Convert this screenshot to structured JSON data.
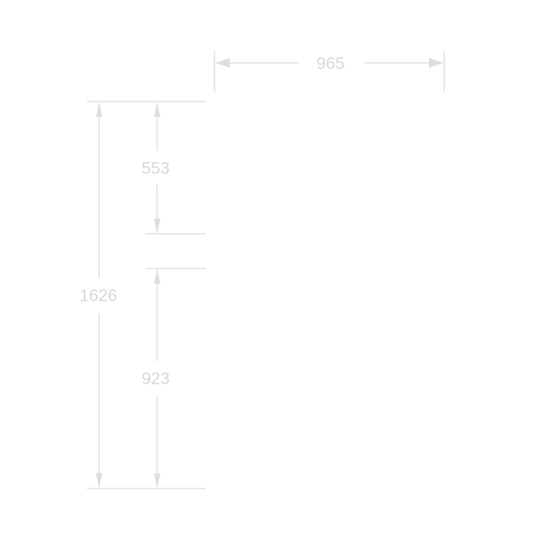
{
  "dimensions": {
    "width": "965",
    "total_height": "1626",
    "upper_height": "553",
    "lower_height": "923"
  },
  "colors": {
    "line": "#e0e0e0",
    "text": "#d8d8d8"
  }
}
